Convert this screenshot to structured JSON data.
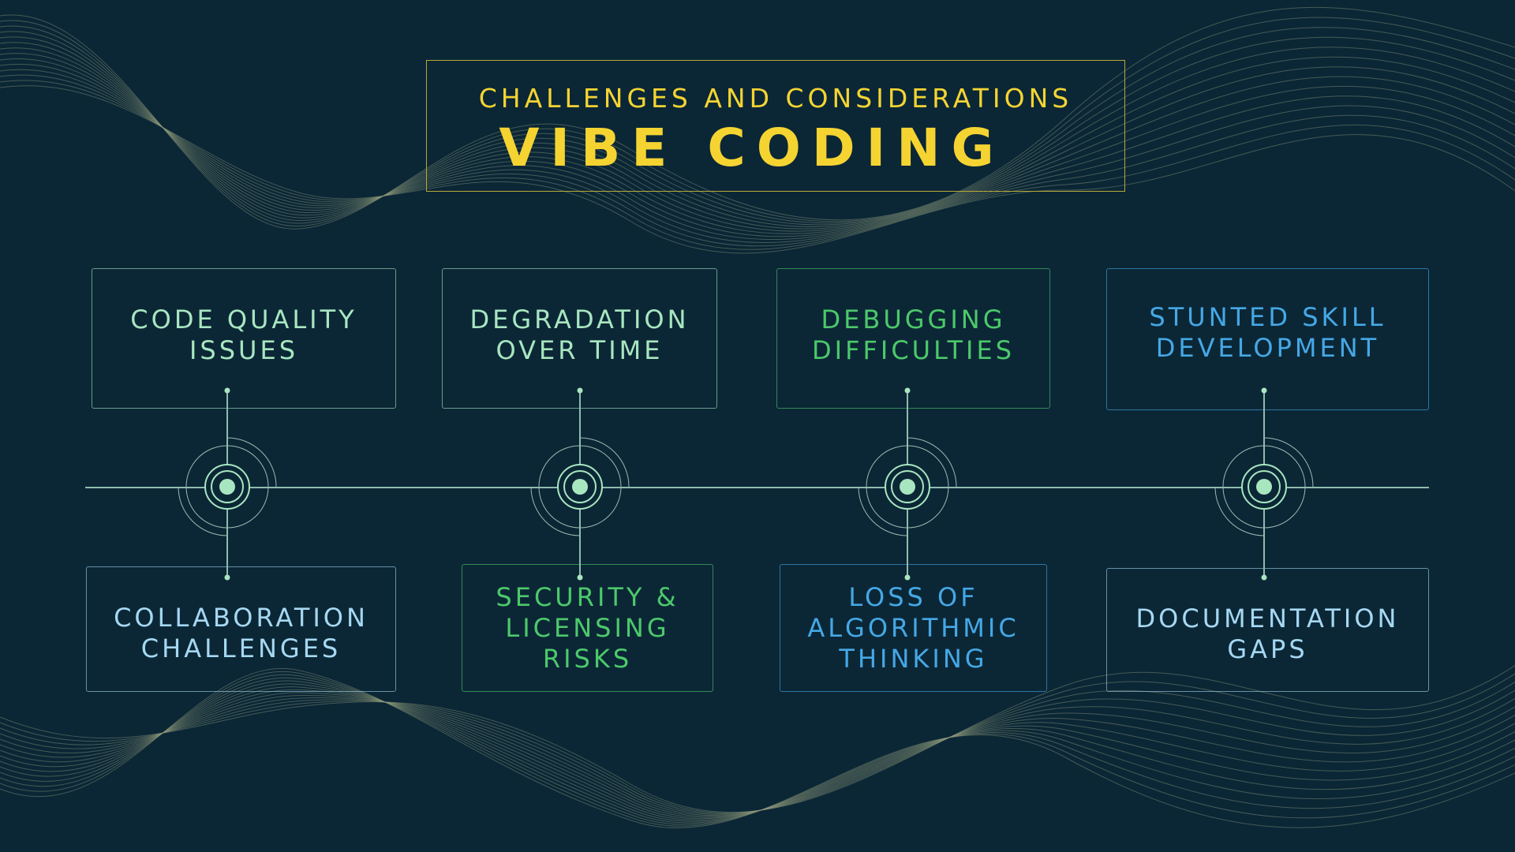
{
  "header": {
    "subtitle": "CHALLENGES AND CONSIDERATIONS",
    "title": "VIBE CODING"
  },
  "top_cards": [
    {
      "label": "CODE QUALITY\nISSUES",
      "color": "#a8e6c0"
    },
    {
      "label": "DEGRADATION\nOVER TIME",
      "color": "#a8e6c0"
    },
    {
      "label": "DEBUGGING\nDIFFICULTIES",
      "color": "#4cc96a"
    },
    {
      "label": "STUNTED SKILL\nDEVELOPMENT",
      "color": "#45a8e6"
    }
  ],
  "bottom_cards": [
    {
      "label": "COLLABORATION\nCHALLENGES",
      "color": "#a6d8f2"
    },
    {
      "label": "SECURITY &\nLICENSING\nRISKS",
      "color": "#4cc96a"
    },
    {
      "label": "LOSS OF\nALGORITHMIC\nTHINKING",
      "color": "#45a8e6"
    },
    {
      "label": "DOCUMENTATION\nGAPS",
      "color": "#a6d8f2"
    }
  ]
}
